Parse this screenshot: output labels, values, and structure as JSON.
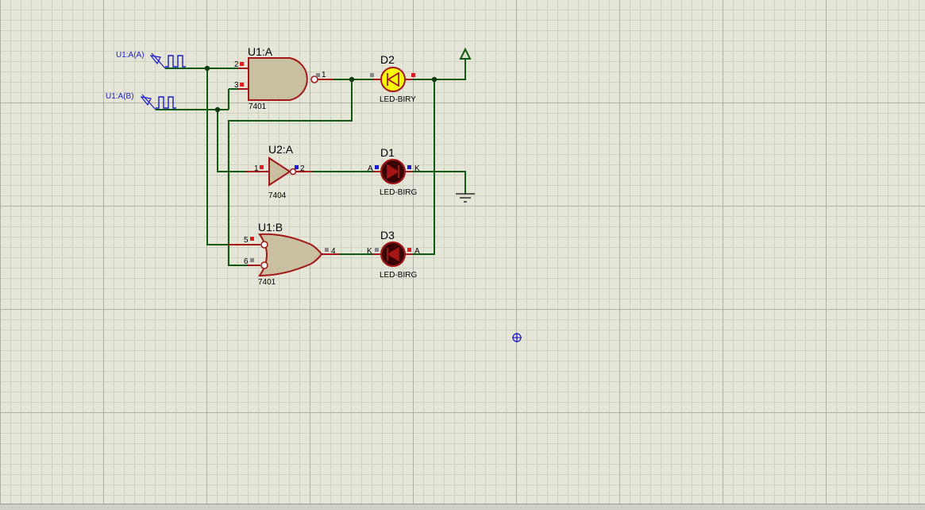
{
  "generators": [
    {
      "label": "U1:A(A)"
    },
    {
      "label": "U1:A(B)"
    }
  ],
  "gates": {
    "u1a": {
      "ref": "U1:A",
      "part": "7401",
      "pins": [
        "2",
        "3",
        "1"
      ]
    },
    "u2a": {
      "ref": "U2:A",
      "part": "7404",
      "pins": [
        "1",
        "2"
      ]
    },
    "u1b": {
      "ref": "U1:B",
      "part": "7401",
      "pins": [
        "5",
        "6",
        "4"
      ]
    }
  },
  "leds": {
    "d2": {
      "ref": "D2",
      "part": "LED-BIRY",
      "state": "on",
      "color": "#ffff00"
    },
    "d1": {
      "ref": "D1",
      "part": "LED-BIRG",
      "state": "off",
      "color": "#3a0000",
      "pin_a": "A",
      "pin_k": "K"
    },
    "d3": {
      "ref": "D3",
      "part": "LED-BIRG",
      "state": "off",
      "color": "#3a0000",
      "pin_a": "A",
      "pin_k": "K"
    }
  },
  "terminals": {
    "power": "power-terminal",
    "ground": "ground-terminal"
  },
  "colors": {
    "wire": "#0e5a0e",
    "component": "#a51717",
    "body_fill": "#c8c0a0",
    "junction": "#0e3a0e",
    "generator": "#1a1ad0",
    "background": "#e6e6d8"
  },
  "icons": {
    "cursor": "crosshair-origin-icon"
  }
}
